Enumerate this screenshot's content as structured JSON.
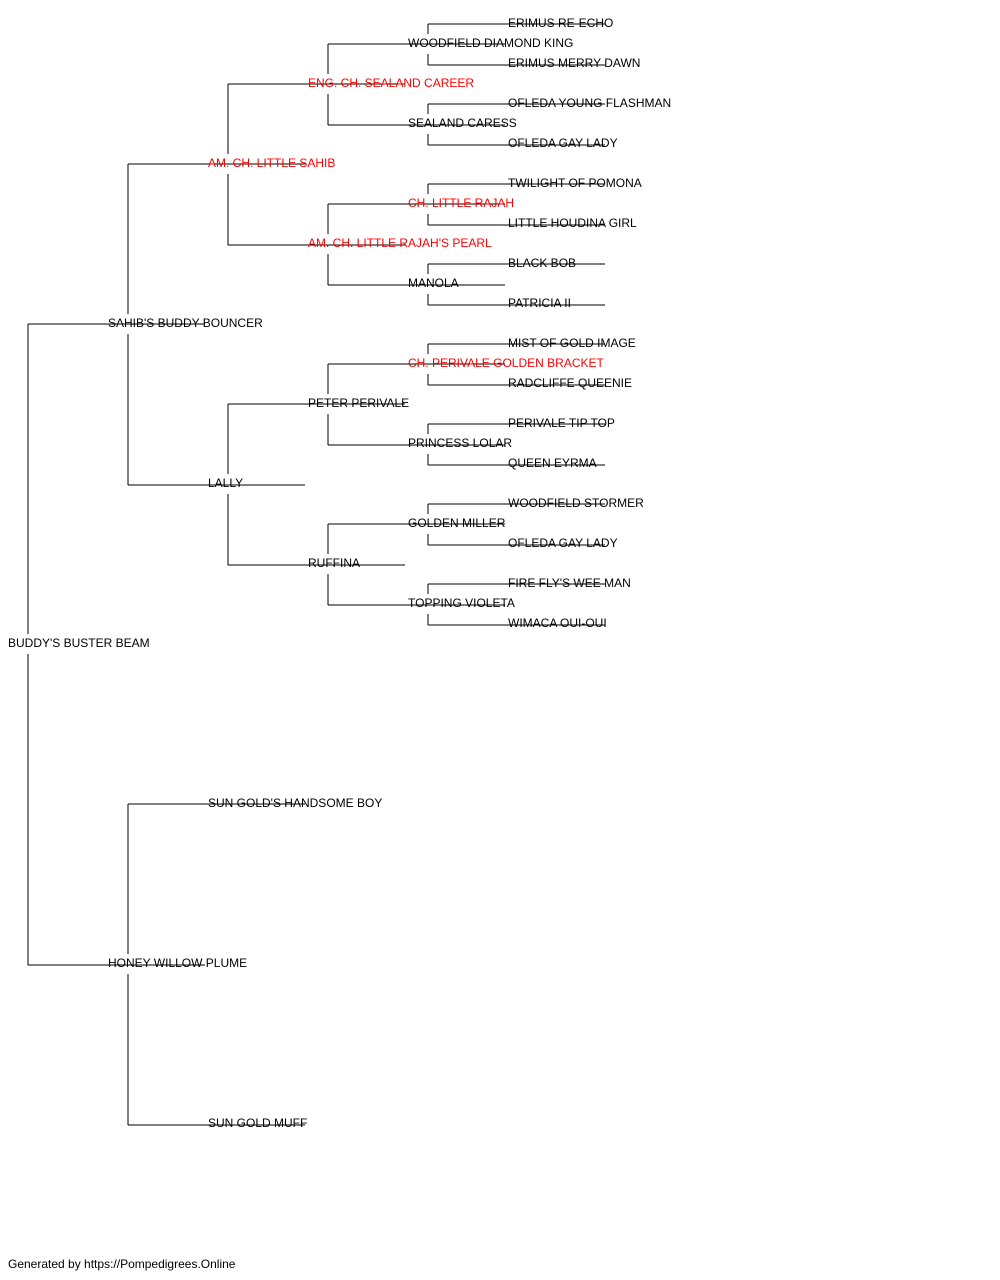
{
  "colors": {
    "text": "#000000",
    "champion": "#ff0000",
    "line": "#000000"
  },
  "pedigree": {
    "name": "BUDDY'S BUSTER BEAM",
    "sire": {
      "name": "SAHIB'S BUDDY BOUNCER",
      "sire": {
        "name": "AM. CH. LITTLE SAHIB",
        "champion": true,
        "sire": {
          "name": "ENG. CH. SEALAND CAREER",
          "champion": true,
          "sire": {
            "name": "WOODFIELD DIAMOND KING",
            "sire": {
              "name": "ERIMUS RE-ECHO"
            },
            "dam": {
              "name": "ERIMUS MERRY DAWN"
            }
          },
          "dam": {
            "name": "SEALAND CARESS",
            "sire": {
              "name": "OFLEDA YOUNG FLASHMAN"
            },
            "dam": {
              "name": "OFLEDA GAY LADY"
            }
          }
        },
        "dam": {
          "name": "AM. CH. LITTLE RAJAH'S PEARL",
          "champion": true,
          "sire": {
            "name": "CH. LITTLE RAJAH",
            "champion": true,
            "sire": {
              "name": "TWILIGHT OF POMONA"
            },
            "dam": {
              "name": "LITTLE HOUDINA GIRL"
            }
          },
          "dam": {
            "name": "MANOLA",
            "sire": {
              "name": "BLACK BOB"
            },
            "dam": {
              "name": "PATRICIA II"
            }
          }
        }
      },
      "dam": {
        "name": "LALLY",
        "sire": {
          "name": "PETER PERIVALE",
          "sire": {
            "name": "CH. PERIVALE GOLDEN BRACKET",
            "champion": true,
            "sire": {
              "name": "MIST OF GOLD IMAGE"
            },
            "dam": {
              "name": "RADCLIFFE QUEENIE"
            }
          },
          "dam": {
            "name": "PRINCESS LOLAR",
            "sire": {
              "name": "PERIVALE TIP TOP"
            },
            "dam": {
              "name": "QUEEN EYRMA"
            }
          }
        },
        "dam": {
          "name": "RUFFINA",
          "sire": {
            "name": "GOLDEN MILLER",
            "sire": {
              "name": "WOODFIELD STORMER"
            },
            "dam": {
              "name": "OFLEDA GAY LADY"
            }
          },
          "dam": {
            "name": "TOPPING VIOLETA",
            "sire": {
              "name": "FIRE FLY'S WEE MAN"
            },
            "dam": {
              "name": "WIMACA OUI-OUI"
            }
          }
        }
      }
    },
    "dam": {
      "name": "HONEY WILLOW PLUME",
      "sire": {
        "name": "SUN GOLD'S HANDSOME BOY"
      },
      "dam": {
        "name": "SUN GOLD MUFF"
      }
    }
  },
  "footer": {
    "text": "Generated by https://Pompedigrees.Online"
  }
}
